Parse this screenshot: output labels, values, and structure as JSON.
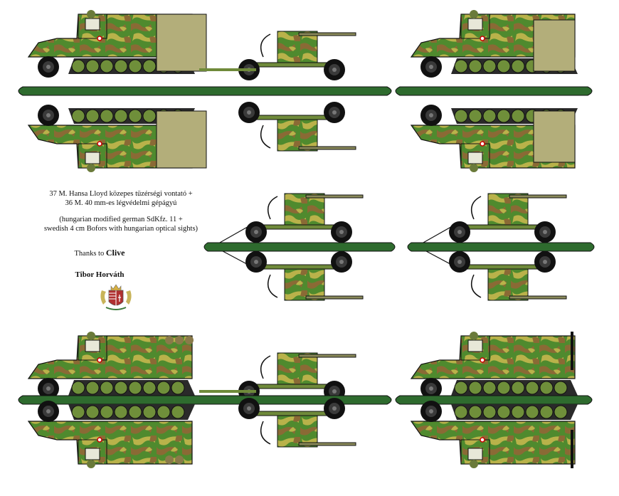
{
  "caption": {
    "line1": "37 M. Hansa Lloyd közepes tüzérségi vontató +",
    "line2": "36 M. 40 mm-es légvédelmi gépágyú",
    "line3": "(hungarian modified german SdKfz. 11 +",
    "line4": "swedish 4 cm Bofors with hungarian optical sights)"
  },
  "credits": {
    "thanks_prefix": "Thanks to ",
    "thanks_name": "Clive",
    "author": "Tibor Horváth"
  },
  "colors": {
    "base_strip": "#2e6b2e",
    "camo_green": "#4f8a2e",
    "camo_brown": "#8a6a35",
    "camo_olive": "#b9b24a",
    "canvas_top": "#b3ae7a",
    "wheel": "#111111"
  },
  "icons": {
    "crest": "hungarian-coat-of-arms-icon"
  }
}
